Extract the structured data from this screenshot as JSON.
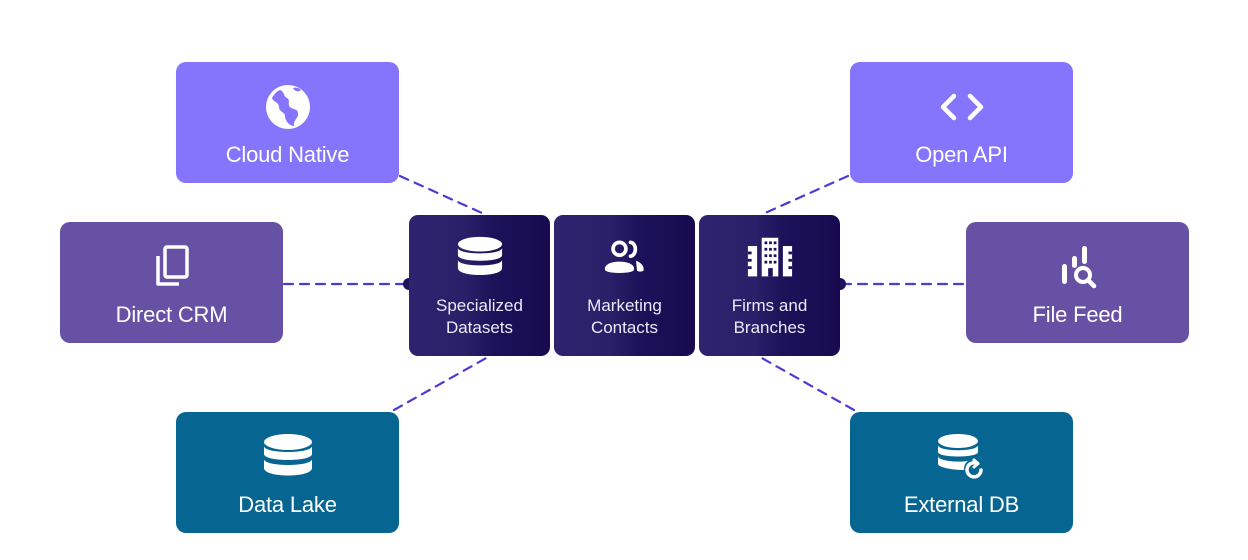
{
  "diagram": {
    "hubs": [
      {
        "id": "specialized",
        "line1": "Specialized",
        "line2": "Datasets",
        "icon": "database-icon"
      },
      {
        "id": "marketing",
        "line1": "Marketing",
        "line2": "Contacts",
        "icon": "users-icon"
      },
      {
        "id": "firms",
        "line1": "Firms and",
        "line2": "Branches",
        "icon": "building-icon"
      }
    ],
    "sources": [
      {
        "id": "cloud-native",
        "label": "Cloud Native",
        "icon": "globe-icon",
        "color": "#8574fc"
      },
      {
        "id": "direct-crm",
        "label": "Direct CRM",
        "icon": "copy-icon",
        "color": "#6651a5"
      },
      {
        "id": "data-lake",
        "label": "Data Lake",
        "icon": "database-icon",
        "color": "#076592"
      },
      {
        "id": "open-api",
        "label": "Open API",
        "icon": "code-icon",
        "color": "#8574fc"
      },
      {
        "id": "file-feed",
        "label": "File Feed",
        "icon": "chart-search-icon",
        "color": "#6651a5"
      },
      {
        "id": "external-db",
        "label": "External DB",
        "icon": "database-sync-icon",
        "color": "#076592"
      }
    ],
    "connector_color": "#4b3bd6",
    "hub_color": "#1c125a"
  }
}
